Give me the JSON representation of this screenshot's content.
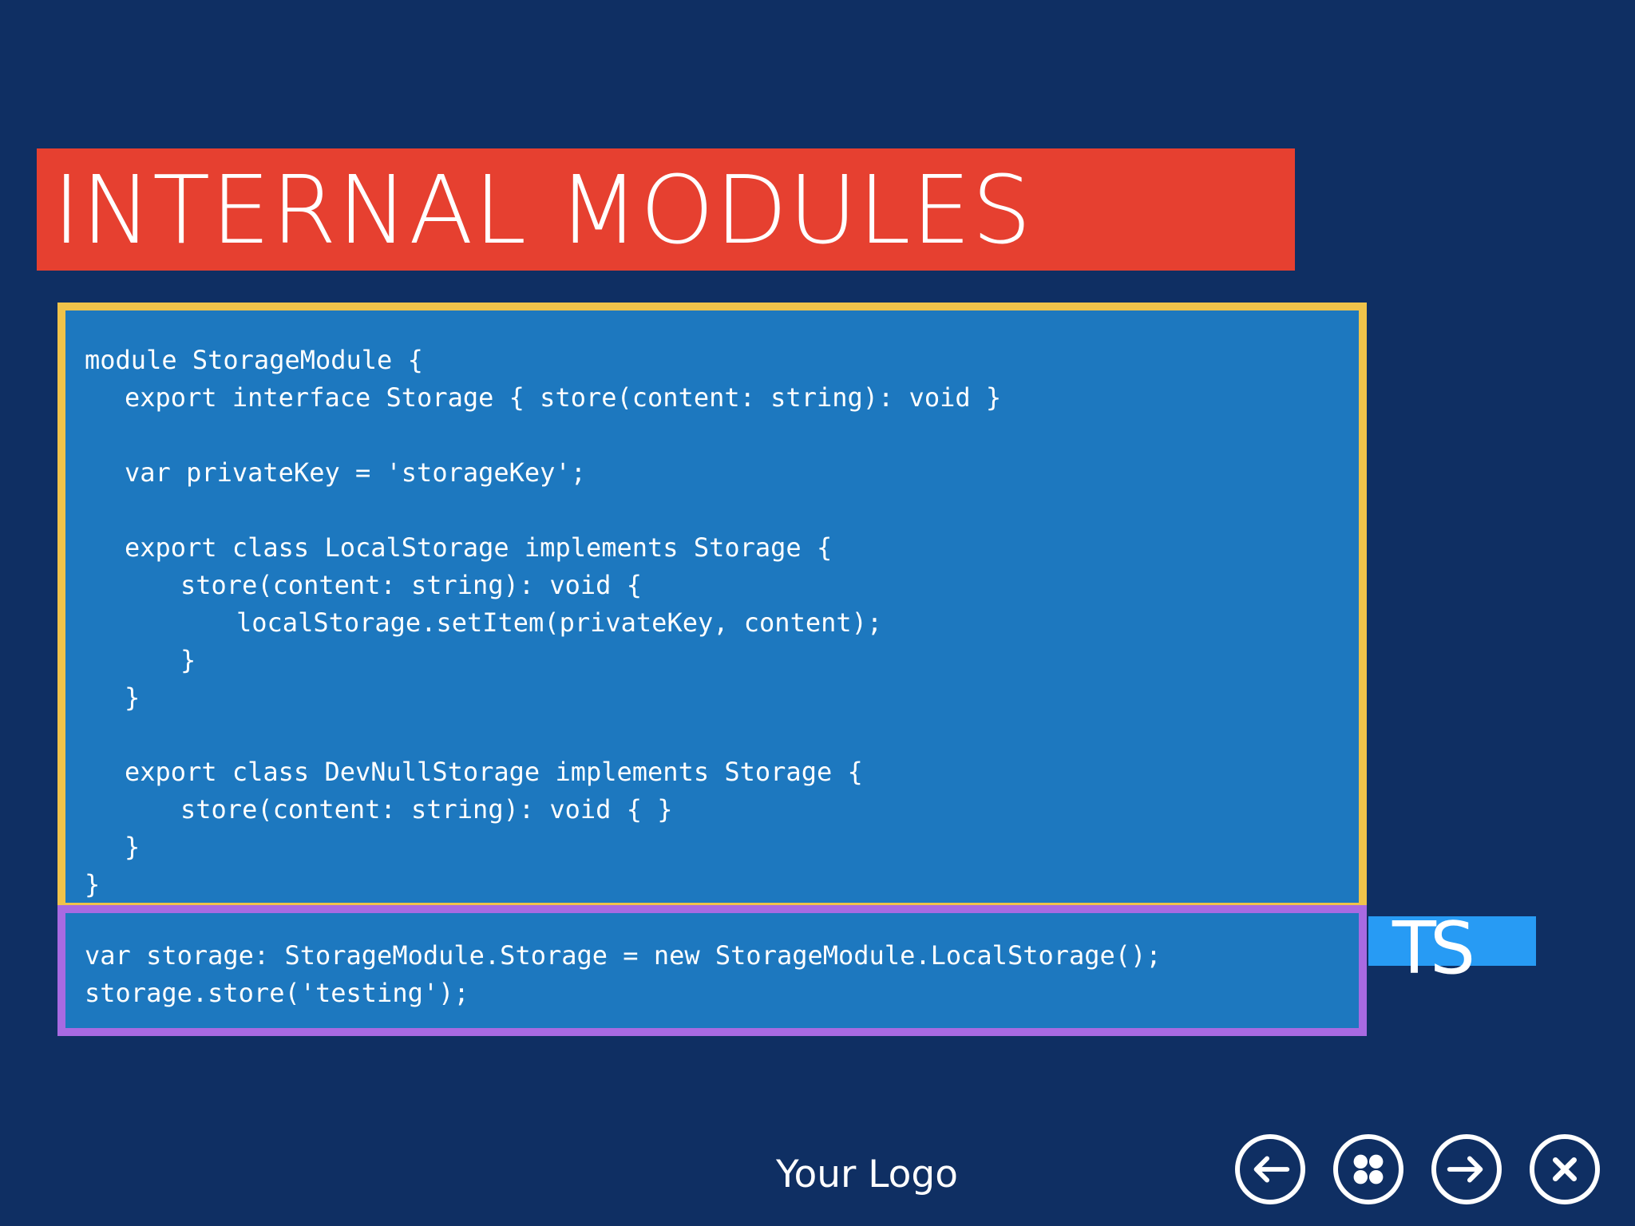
{
  "slide": {
    "title": "INTERNAL MODULES",
    "code_lines": [
      "module StorageModule {",
      "export interface Storage { store(content: string): void }",
      "var privateKey = 'storageKey';",
      "export class LocalStorage implements Storage {",
      "store(content: string): void {",
      "localStorage.setItem(privateKey, content);",
      "}",
      "}",
      "export class DevNullStorage implements Storage {",
      "store(content: string): void { }",
      "}",
      "}"
    ],
    "call_lines": [
      "var storage: StorageModule.Storage = new StorageModule.LocalStorage();",
      "storage.store('testing');"
    ],
    "badge": "TS",
    "logo": "Your Logo"
  },
  "navigation": {
    "icons": [
      "back-arrow-icon",
      "grid-icon",
      "forward-arrow-icon",
      "close-icon"
    ]
  },
  "colors": {
    "background": "#0f2f63",
    "title_banner": "#e64030",
    "code_panel": "#1d78bf",
    "code_border": "#f0c34a",
    "call_border": "#a86ae2",
    "badge": "#279bf4",
    "text": "#ffffff"
  }
}
